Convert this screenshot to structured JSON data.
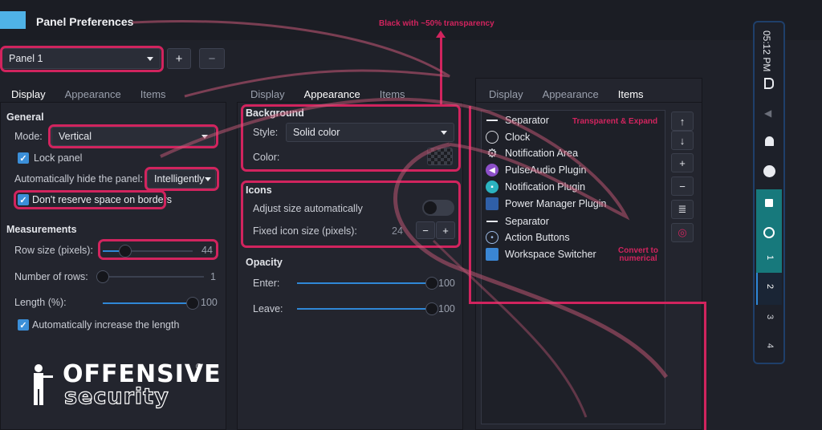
{
  "window": {
    "title": "Panel Preferences",
    "accent": "#2f9bd6"
  },
  "panel_select": {
    "value": "Panel 1",
    "add_label": "+",
    "remove_label": "−"
  },
  "tabs": [
    "Display",
    "Appearance",
    "Items"
  ],
  "display": {
    "general_heading": "General",
    "mode_label": "Mode:",
    "mode_value": "Vertical",
    "lock_panel": "Lock panel",
    "autohide_label": "Automatically hide the panel:",
    "autohide_value": "Intelligently",
    "reserve_space": "Don't reserve space on borders",
    "measurements_heading": "Measurements",
    "row_size_label": "Row size (pixels):",
    "row_size_value": "44",
    "rows_label": "Number of rows:",
    "rows_value": "1",
    "length_label": "Length (%):",
    "length_value": "100",
    "auto_length": "Automatically increase the length"
  },
  "appearance": {
    "background_heading": "Background",
    "style_label": "Style:",
    "style_value": "Solid color",
    "color_label": "Color:",
    "icons_heading": "Icons",
    "adjust_label": "Adjust size automatically",
    "fixed_label": "Fixed icon size (pixels):",
    "fixed_value": "24",
    "minus": "−",
    "plus": "+",
    "opacity_heading": "Opacity",
    "enter_label": "Enter:",
    "enter_value": "100",
    "leave_label": "Leave:",
    "leave_value": "100"
  },
  "items": {
    "list": [
      "Separator",
      "Clock",
      "Notification Area",
      "PulseAudio Plugin",
      "Notification Plugin",
      "Power Manager Plugin",
      "Separator",
      "Action Buttons",
      "Workspace Switcher"
    ],
    "buttons": [
      "↑",
      "↓",
      "+",
      "−",
      "≣",
      "◎"
    ]
  },
  "annotations": {
    "transparency": "Black with ~50% transparency",
    "transparent_expand": "Transparent & Expand",
    "convert": "Convert to\nnumerical"
  },
  "vertical_panel": {
    "clock": "05:12 PM",
    "workspaces": [
      "1",
      "2",
      "3",
      "4"
    ]
  },
  "logo": {
    "line1": "OFFENSIVE",
    "line2": "security",
    "reg": "®"
  }
}
